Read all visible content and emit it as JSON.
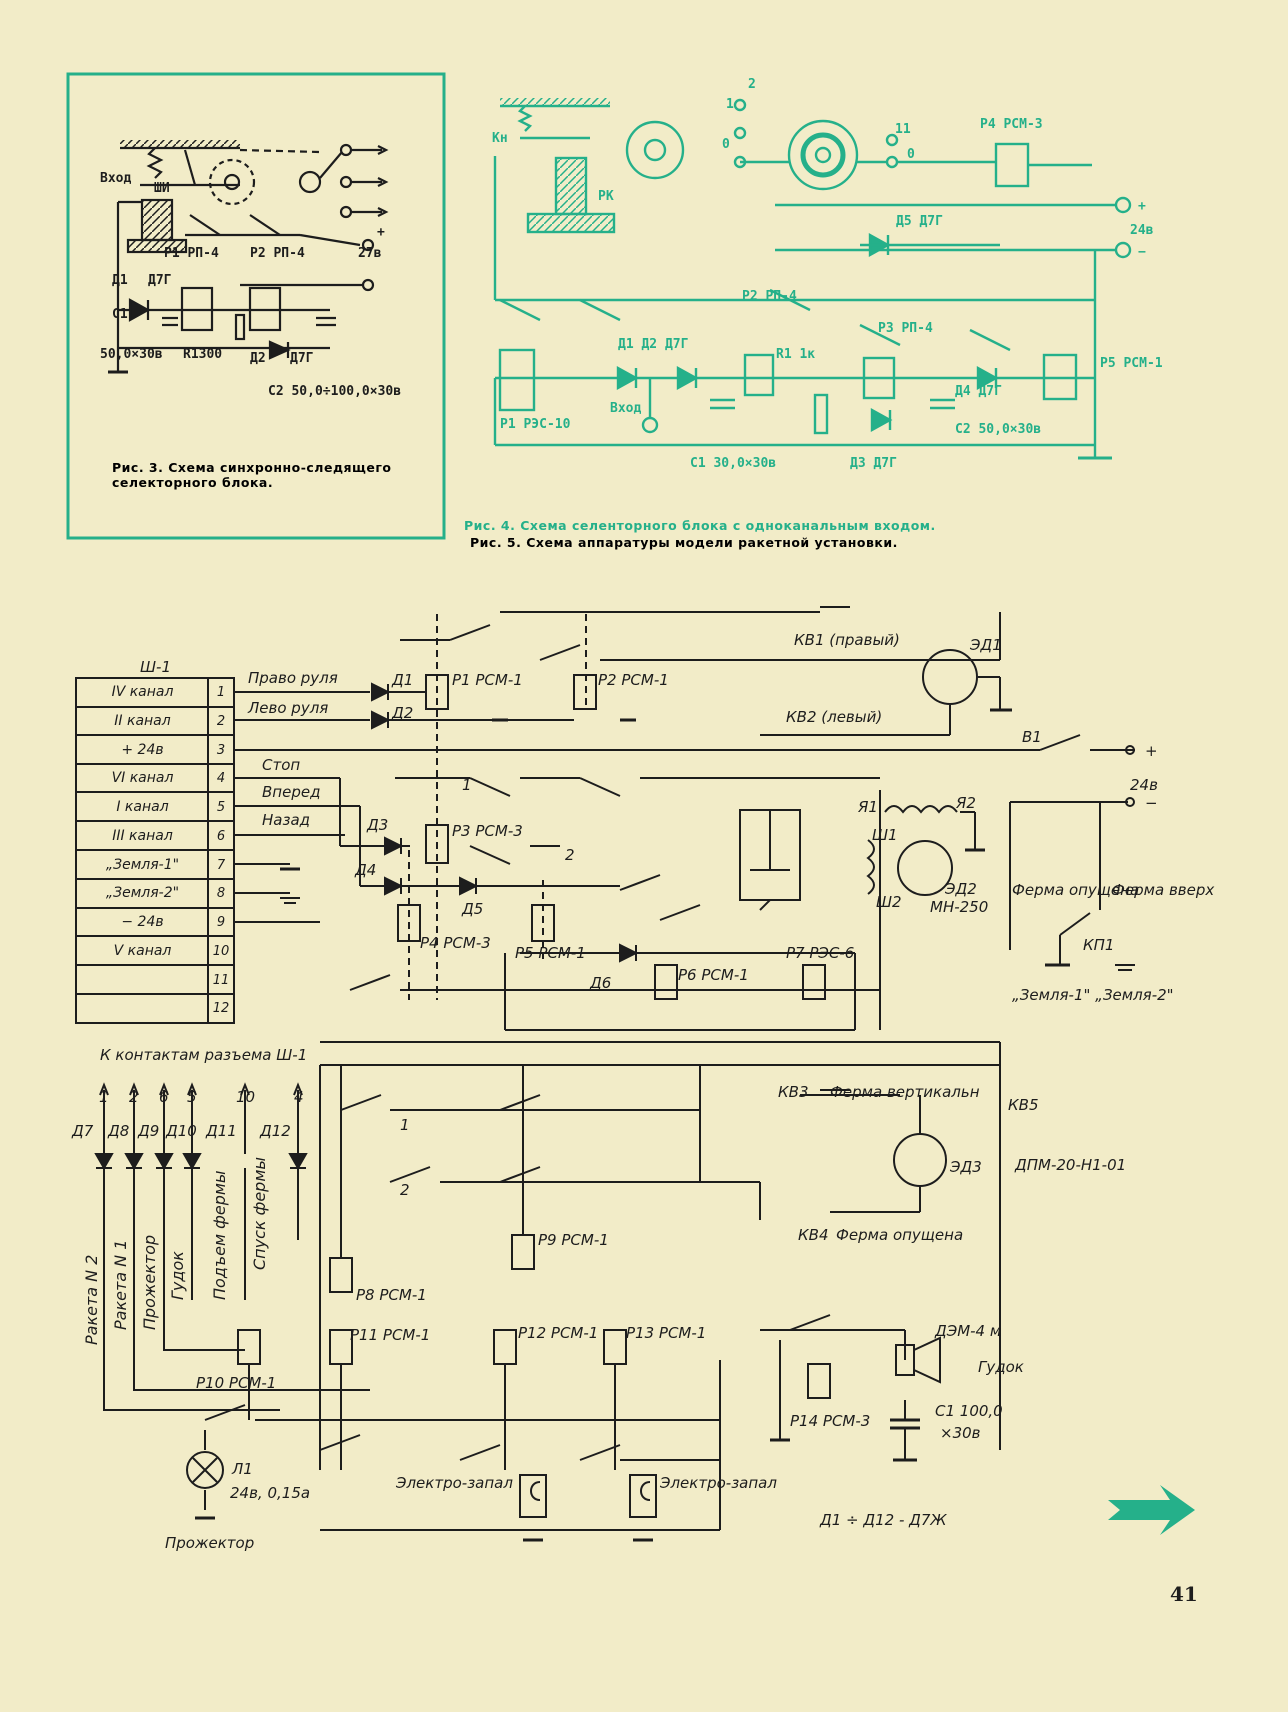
{
  "page": {
    "number": "41"
  },
  "colors": {
    "paper": "#f2ecc8",
    "ink": "#1d1d1d",
    "accent": "#25b08a"
  },
  "fig3": {
    "caption": "Рис. 3. Схема синхронно-следящего селекторного блока.",
    "labels": {
      "input": "Вход",
      "shi": "ШИ",
      "d1": "Д1",
      "d7g_1": "Д7Г",
      "c1": "C1",
      "c1_value": "50,0×30в",
      "r1": "R1300",
      "p1": "P1 РП-4",
      "p2": "P2 РП-4",
      "v27": "27в",
      "plus": "+",
      "d2": "Д2",
      "d7g_2": "Д7Г",
      "c2": "C2 50,0÷100,0×30в"
    }
  },
  "fig4": {
    "caption": "Рис. 4. Схема селенторного блока с одноканальным входом.",
    "labels": {
      "p4": "P4 РСМ-3",
      "v24": "24в",
      "plus": "+",
      "minus": "−",
      "d5": "Д5 Д7Г",
      "p2": "P2 РП-4",
      "p3": "P3 РП-4",
      "p5": "P5 РСМ-1",
      "d1d2": "Д1 Д2 Д7Г",
      "r1": "R1 1к",
      "input": "Вход",
      "p1": "P1 РЭС-10",
      "c1": "C1 30,0×30в",
      "d3": "Д3 Д7Г",
      "d4": "Д4 Д7Г",
      "c2": "C2 50,0×30в",
      "kn": "Кн",
      "rk": "РК",
      "pos0": "0",
      "pos1": "1",
      "pos2": "2",
      "pos11": "11",
      "pos0b": "0"
    }
  },
  "fig5": {
    "caption": "Рис. 5. Схема аппаратуры модели ракетной установки.",
    "connector": {
      "title": "Ш-1",
      "rows": [
        {
          "name": "IV канал",
          "pin": "1"
        },
        {
          "name": "II канал",
          "pin": "2"
        },
        {
          "name": "+ 24в",
          "pin": "3"
        },
        {
          "name": "VI канал",
          "pin": "4"
        },
        {
          "name": "I канал",
          "pin": "5"
        },
        {
          "name": "III канал",
          "pin": "6"
        },
        {
          "name": "„Земля-1\"",
          "pin": "7"
        },
        {
          "name": "„Земля-2\"",
          "pin": "8"
        },
        {
          "name": "− 24в",
          "pin": "9"
        },
        {
          "name": "V канал",
          "pin": "10"
        },
        {
          "name": "",
          "pin": "11"
        },
        {
          "name": "",
          "pin": "12"
        }
      ]
    },
    "signals": [
      "Право руля",
      "Лево руля",
      "Стоп",
      "Вперед",
      "Назад"
    ],
    "labels": {
      "d1": "Д1",
      "d2": "Д2",
      "p1": "P1 РСМ-1",
      "p2": "P2 РСМ-1",
      "kv1": "КВ1 (правый)",
      "kv2": "КВ2 (левый)",
      "ed1": "ЭД1",
      "b1": "В1",
      "plus": "+",
      "v24": "24в",
      "minus": "−",
      "d3": "Д3",
      "p3": "P3 РСМ-3",
      "d4": "Д4",
      "d5": "Д5",
      "p4": "P4 РСМ-3",
      "p5": "P5 РСМ-1",
      "d6": "Д6",
      "p6": "P6 РСМ-1",
      "p7": "P7 РЭС-6",
      "ya1": "Я1",
      "ya2": "Я2",
      "sh1": "Ш1",
      "sh2": "Ш2",
      "ed2": "ЭД2",
      "ed2_type": "МН-250",
      "ferma_down": "Ферма опущена",
      "ferma_up": "Ферма вверх",
      "kp1": "КП1",
      "earths": "„Земля-1\" „Земля-2\"",
      "k_contacts": "К контактам разъема Ш-1",
      "pin_nums": [
        "1",
        "2",
        "6",
        "5",
        "10",
        "4"
      ],
      "diodes": [
        "Д7",
        "Д8",
        "Д9",
        "Д10",
        "Д11",
        "Д12"
      ],
      "kv3": "КВ3",
      "ferma_vert": "Ферма вертикальн",
      "kv5": "КВ5",
      "ed3": "ЭД3",
      "ed3_type": "ДПМ-20-Н1-01",
      "kv4": "КВ4",
      "ferma_down2": "Ферма опущена",
      "p9": "P9 РСМ-1",
      "p8": "P8 РСМ-1",
      "p10": "P10 РСМ-1",
      "p11": "P11 РСМ-1",
      "p12": "P12 РСМ-1",
      "p13": "P13 РСМ-1",
      "p14": "P14 РСМ-3",
      "dem": "ДЭМ-4 м",
      "gudok": "Гудок",
      "c1": "C1 100,0",
      "c1b": "×30в",
      "l1": "Л1",
      "l1_val": "24в, 0,15а",
      "projector": "Прожектор",
      "elektrozapal1": "Электро-запал",
      "elektrozapal2": "Электро-запал",
      "diodes_range": "Д1 ÷ Д12 - Д7Ж",
      "vert": [
        "Ракета N 2",
        "Ракета N 1",
        "Прожектор",
        "Гудок",
        "Подъем фермы",
        "Спуск фермы"
      ],
      "c1_1": "1",
      "c1_2": "2",
      "c2_1": "1",
      "c2_2": "2"
    }
  }
}
